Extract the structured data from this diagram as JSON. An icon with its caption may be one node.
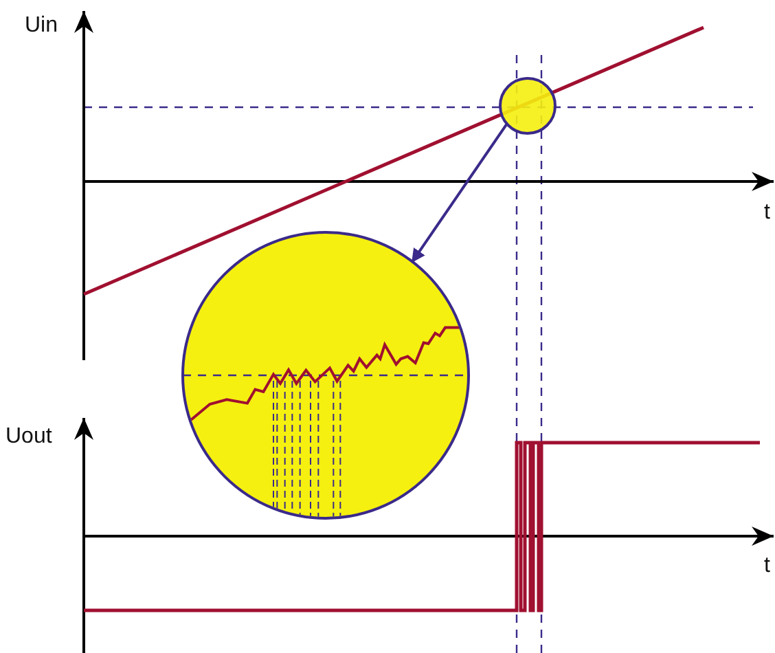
{
  "diagram": {
    "nodes": [
      {
        "text": [],
        "shape": "circle"
      },
      {
        "text": [],
        "shape": "circle"
      }
    ],
    "edges": [
      {
        "from": 0,
        "to": 1,
        "arrow": "to"
      }
    ],
    "labels": [
      "Uin",
      "t",
      "Uout",
      "t"
    ]
  }
}
